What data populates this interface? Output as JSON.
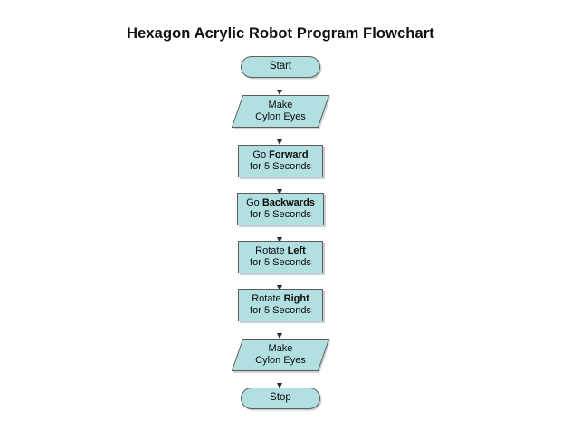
{
  "title": "Hexagon Acrylic Robot Program Flowchart",
  "colors": {
    "background": "#ffffff",
    "node_fill": "#b2dfe0",
    "node_border": "#5a5a5a",
    "text": "#0d0d0d",
    "connector": "#2b2b2b",
    "title": "#101010"
  },
  "flow": {
    "nodes": [
      {
        "id": "start",
        "shape": "terminator",
        "name": "start-node",
        "line1": "Start",
        "line2": ""
      },
      {
        "id": "make-cylon-eyes-top",
        "shape": "parallelogram",
        "name": "make-cylon-eyes-node-top",
        "line1": "Make",
        "line2": "Cylon Eyes"
      },
      {
        "id": "go-forward",
        "shape": "rectangle",
        "name": "go-forward-node",
        "line1_prefix": "Go ",
        "line1_strong": "Forward",
        "line2": "for 5 Seconds"
      },
      {
        "id": "go-backwards",
        "shape": "rectangle",
        "name": "go-backwards-node",
        "line1_prefix": "Go ",
        "line1_strong": "Backwards",
        "line2": "for 5 Seconds"
      },
      {
        "id": "rotate-left",
        "shape": "rectangle",
        "name": "rotate-left-node",
        "line1_prefix": "Rotate ",
        "line1_strong": "Left",
        "line2": "for 5 Seconds"
      },
      {
        "id": "rotate-right",
        "shape": "rectangle",
        "name": "rotate-right-node",
        "line1_prefix": "Rotate ",
        "line1_strong": "Right",
        "line2": "for 5 Seconds"
      },
      {
        "id": "make-cylon-eyes-bottom",
        "shape": "parallelogram",
        "name": "make-cylon-eyes-node-bottom",
        "line1": "Make",
        "line2": "Cylon Eyes"
      },
      {
        "id": "stop",
        "shape": "terminator",
        "name": "stop-node",
        "line1": "Stop",
        "line2": ""
      }
    ],
    "connectors": [
      {
        "from": "start",
        "to": "make-cylon-eyes-top"
      },
      {
        "from": "make-cylon-eyes-top",
        "to": "go-forward"
      },
      {
        "from": "go-forward",
        "to": "go-backwards"
      },
      {
        "from": "go-backwards",
        "to": "rotate-left"
      },
      {
        "from": "rotate-left",
        "to": "rotate-right"
      },
      {
        "from": "rotate-right",
        "to": "make-cylon-eyes-bottom"
      },
      {
        "from": "make-cylon-eyes-bottom",
        "to": "stop"
      }
    ]
  }
}
